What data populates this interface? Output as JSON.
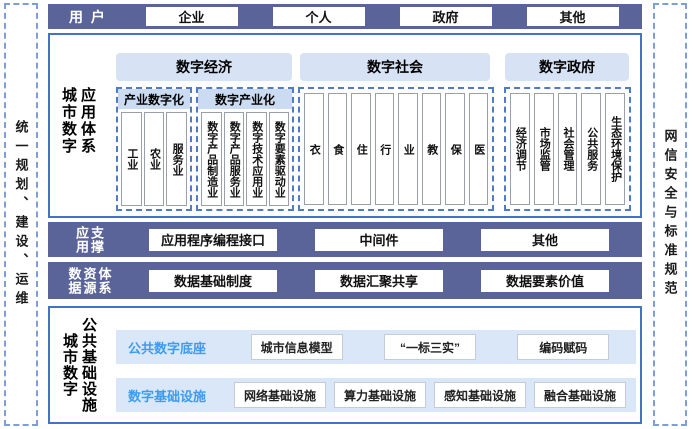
{
  "colors": {
    "dark_bar": "#5b6499",
    "panel_border": "#4472c4",
    "dashed_border": "#4f7ac9",
    "group_header_fill": "#d7e3f5",
    "sub_header_fill": "#cbdcf2",
    "band_fill": "#d9e7f8",
    "rail_border": "#7f9ed6",
    "infra_title_blue": "#3d9bf0"
  },
  "left_rail": {
    "label": "统一规划、建设、运维"
  },
  "right_rail": {
    "label": "网信安全与标准规范"
  },
  "user_bar": {
    "label": "用 户",
    "items": [
      "企业",
      "个人",
      "政府",
      "其他"
    ]
  },
  "application_system": {
    "label_cols": [
      "城市数字",
      "应用体系"
    ],
    "economy": {
      "title": "数字经济",
      "subgroups": [
        {
          "title": "产业数字化",
          "columns": [
            "工业",
            "农业",
            "服务业"
          ]
        },
        {
          "title": "数字产业化",
          "columns": [
            "数字产品制造业",
            "数字产品服务业",
            "数字技术应用业",
            "数字要素驱动业"
          ]
        }
      ]
    },
    "society": {
      "title": "数字社会",
      "columns": [
        "衣",
        "食",
        "住",
        "行",
        "业",
        "教",
        "保",
        "医"
      ]
    },
    "government": {
      "title": "数字政府",
      "columns": [
        "经济调节",
        "市场监管",
        "社会管理",
        "公共服务",
        "生态环境保护"
      ]
    }
  },
  "support_row": {
    "label_cols": [
      "应用",
      "支撑"
    ],
    "items": [
      "应用程序编程接口",
      "中间件",
      "其他"
    ]
  },
  "data_row": {
    "label_cols": [
      "数据",
      "资源",
      "体系"
    ],
    "items": [
      "数据基础制度",
      "数据汇聚共享",
      "数据要素价值"
    ]
  },
  "infrastructure": {
    "label_cols": [
      "城市数字",
      "公共基础设施"
    ],
    "rows": [
      {
        "title": "公共数字底座",
        "items": [
          "城市信息模型",
          "“一标三实”",
          "编码赋码"
        ]
      },
      {
        "title": "数字基础设施",
        "items": [
          "网络基础设施",
          "算力基础设施",
          "感知基础设施",
          "融合基础设施"
        ]
      }
    ]
  }
}
